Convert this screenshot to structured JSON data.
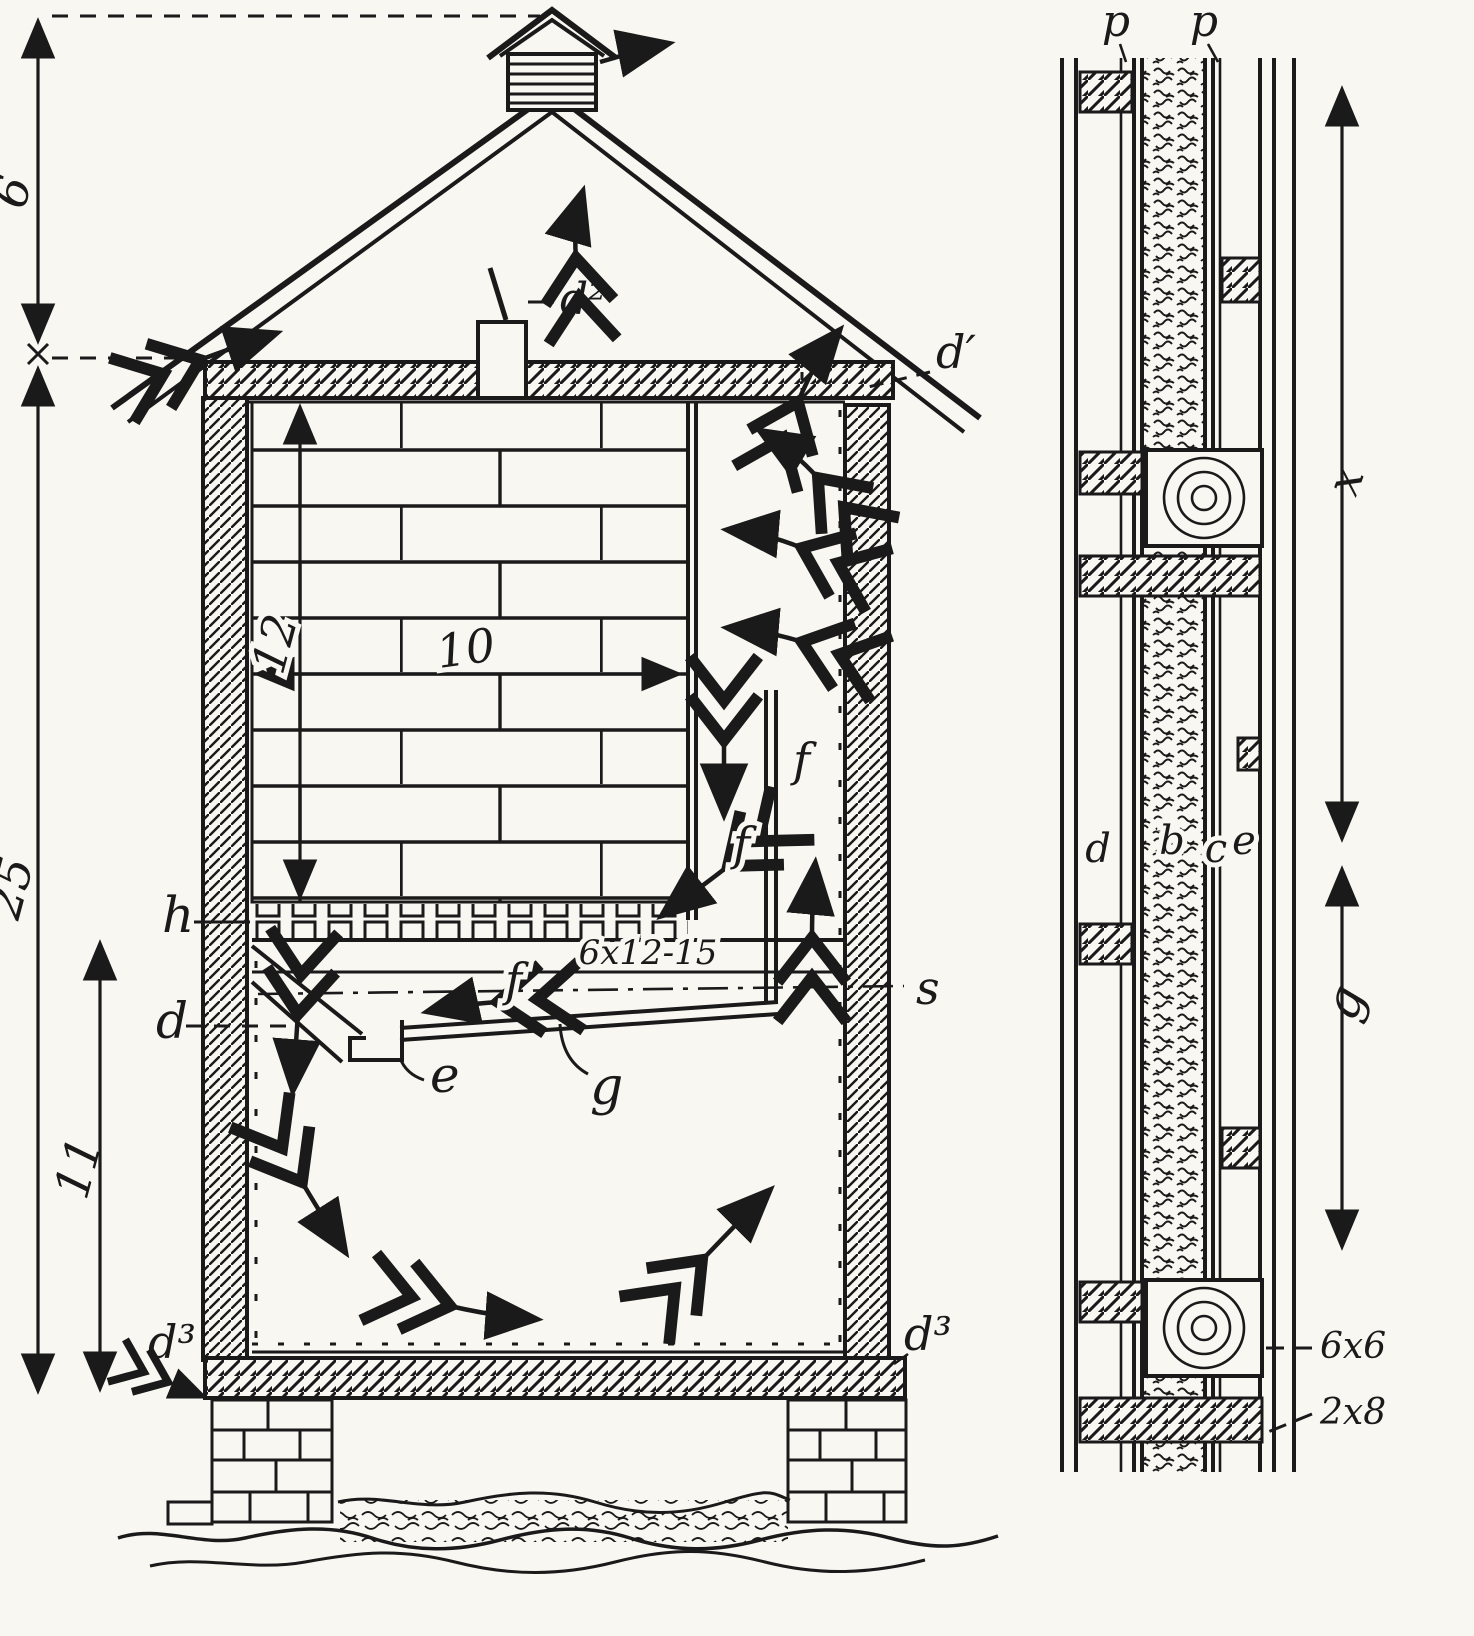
{
  "figure": {
    "background": "#f9f7f2",
    "ink": "#1a1a1a"
  },
  "cross_section": {
    "dims": {
      "roof_height": "6",
      "total_height": "25",
      "room_height": "11",
      "ice_height": "12",
      "ice_width": "10",
      "beam_size": "6x12-15"
    },
    "labels": {
      "ridge_vent": "d²",
      "eave_vent": "d′",
      "grate": "h",
      "drip_board": "d",
      "drain_trap": "e",
      "gutter": "g",
      "flue_upper": "f",
      "flue_grate": "f",
      "flue_lower": "f",
      "spout": "s",
      "sill_left": "d³",
      "sill_right": "d³"
    }
  },
  "wall_detail": {
    "labels": {
      "paper_outer": "p",
      "paper_inner": "p",
      "upper_length": "x",
      "lower_length": "g",
      "layer_d": "d",
      "layer_b": "b",
      "layer_c": "c",
      "layer_e": "e"
    },
    "sizes": {
      "stud": "6x6",
      "plate": "2x8"
    }
  }
}
